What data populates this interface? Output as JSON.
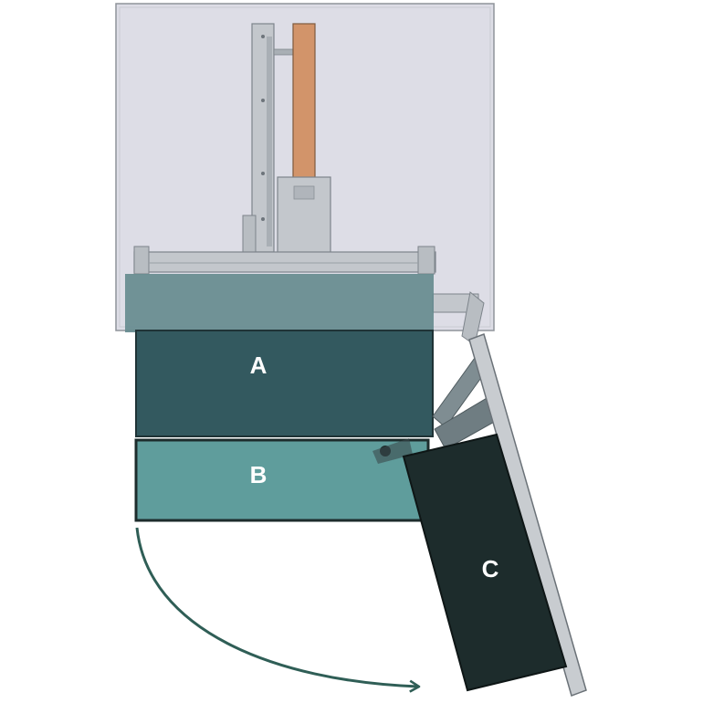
{
  "labels": {
    "a": "A",
    "b": "B",
    "c": "C"
  },
  "colors": {
    "cabinet": "#dddde6",
    "panel_a": "#33595f",
    "panel_a_top": "#668b8f",
    "panel_b": "#5f9d9c",
    "panel_c": "#1d2c2c",
    "mechanism": "#b9bec3",
    "wood_strip": "#d2946a",
    "arrow": "#2f5e56"
  }
}
